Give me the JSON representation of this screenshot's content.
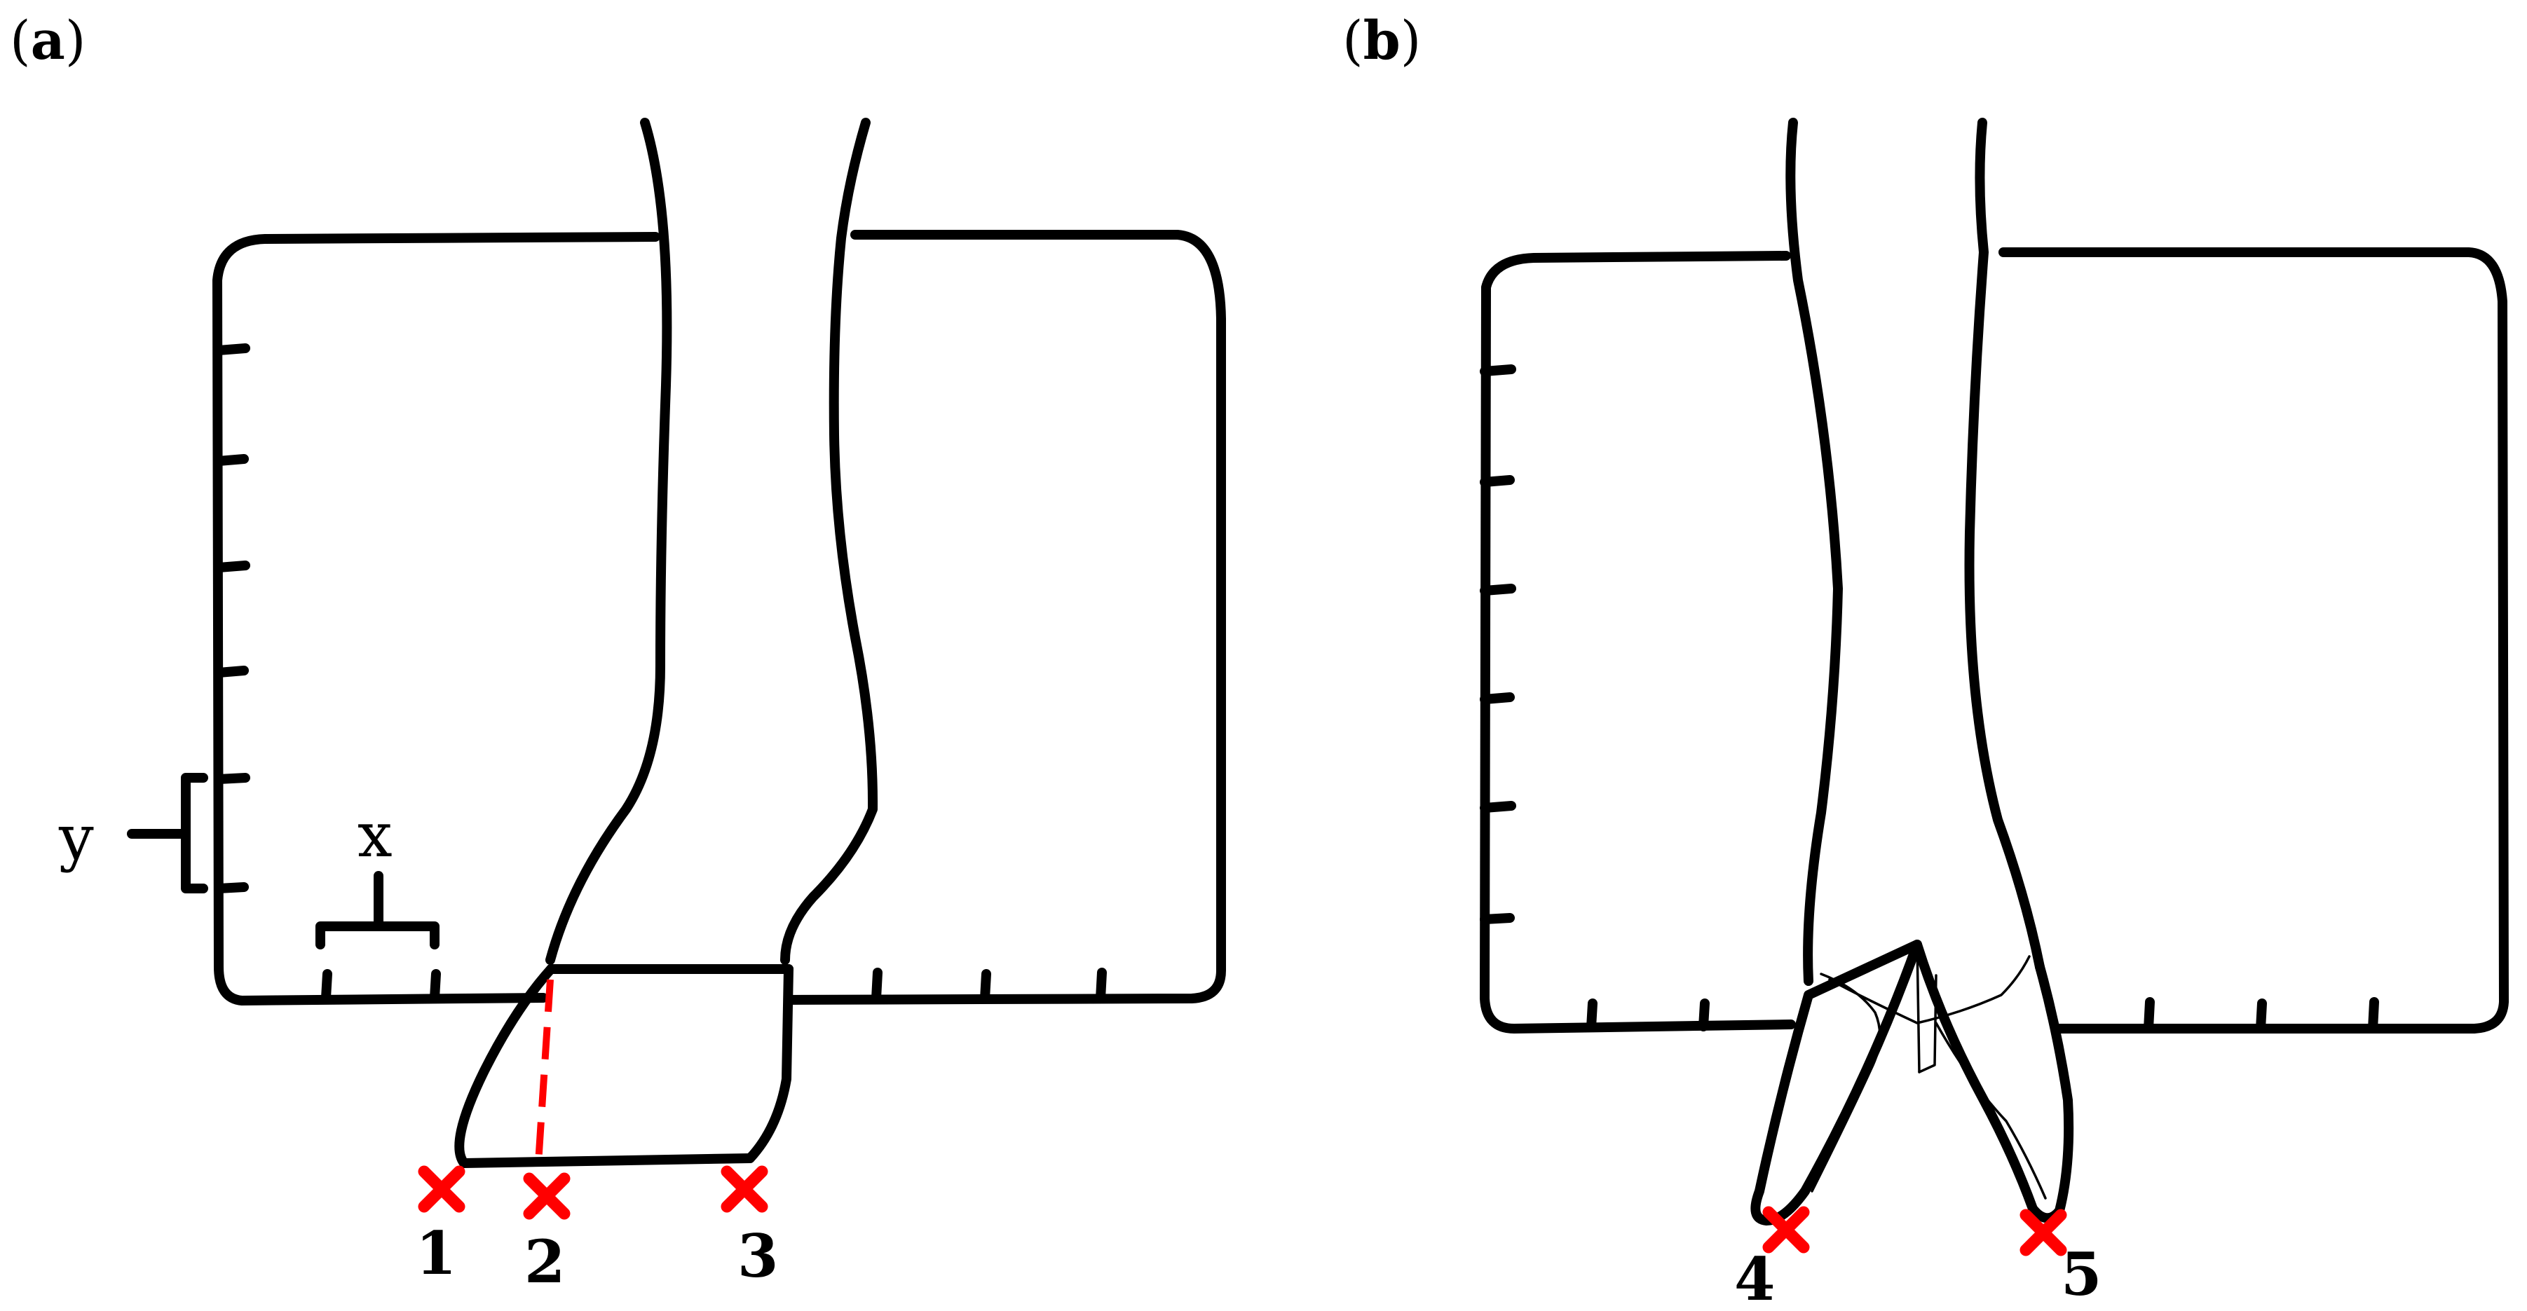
{
  "panels": [
    {
      "open": "(",
      "letter": "a",
      "close": ")"
    },
    {
      "open": "(",
      "letter": "b",
      "close": ")"
    }
  ],
  "axis_labels": {
    "y": "y",
    "x": "x"
  },
  "points": [
    "1",
    "2",
    "3",
    "4",
    "5"
  ],
  "colors": {
    "ink": "#000000",
    "marker": "#ff0000",
    "background": "#ffffff"
  }
}
